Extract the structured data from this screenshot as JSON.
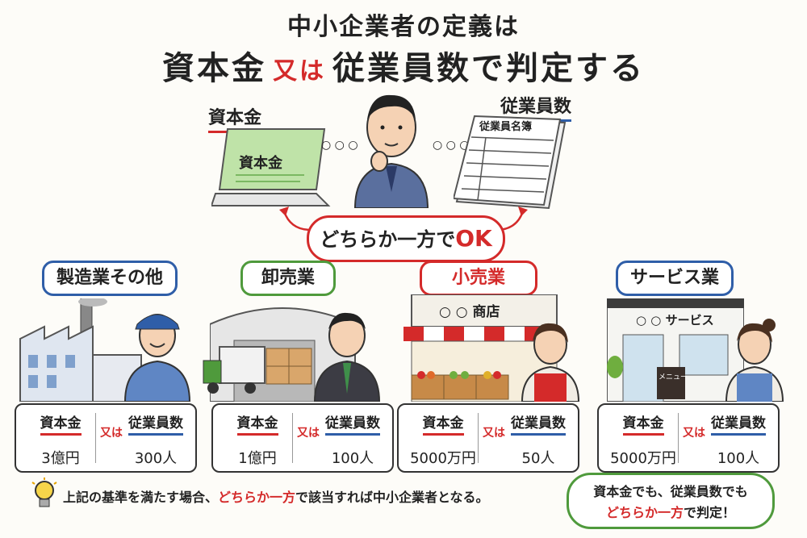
{
  "title": {
    "line1": "中小企業者の定義は",
    "line2_a": "資本金",
    "line2_or": "又は",
    "line2_b": "従業員数で判定する"
  },
  "top_labels": {
    "capital": "資本金",
    "employees": "従業員数"
  },
  "laptop_text": "資本金",
  "roster_title": "従業員名簿",
  "either_bubble": {
    "text": "どちらか一方で",
    "ok": "OK"
  },
  "categories": [
    {
      "label": "製造業その他",
      "color": "#2f5ea8",
      "capital_key": "資本金",
      "or": "又は",
      "employee_key": "従業員数",
      "capital": "3億円",
      "employees": "300人"
    },
    {
      "label": "卸売業",
      "color": "#4f9a3c",
      "capital_key": "資本金",
      "or": "又は",
      "employee_key": "従業員数",
      "capital": "1億円",
      "employees": "100人"
    },
    {
      "label": "小売業",
      "color": "#d42a2a",
      "capital_key": "資本金",
      "or": "又は",
      "employee_key": "従業員数",
      "capital": "5000万円",
      "employees": "50人"
    },
    {
      "label": "サービス業",
      "color": "#2f5ea8",
      "capital_key": "資本金",
      "or": "又は",
      "employee_key": "従業員数",
      "capital": "5000万円",
      "employees": "100人"
    }
  ],
  "shop_signs": {
    "retail": "○ ○ 商店",
    "service": "○ ○ サービス",
    "menu": "メニュー"
  },
  "footer": {
    "part1": "上記の基準を満たす場合、",
    "highlight": "どちらか一方",
    "part2": "で該当すれば中小企業者となる。"
  },
  "callout": {
    "line1": "資本金でも、従業員数でも",
    "highlight": "どちらか一方",
    "line2_end": "で判定！"
  },
  "icons": [
    "laptop-icon",
    "roster-icon",
    "thinking-person-icon",
    "factory-icon",
    "warehouse-icon",
    "truck-icon",
    "shop-icon",
    "service-shop-icon",
    "lightbulb-icon"
  ]
}
